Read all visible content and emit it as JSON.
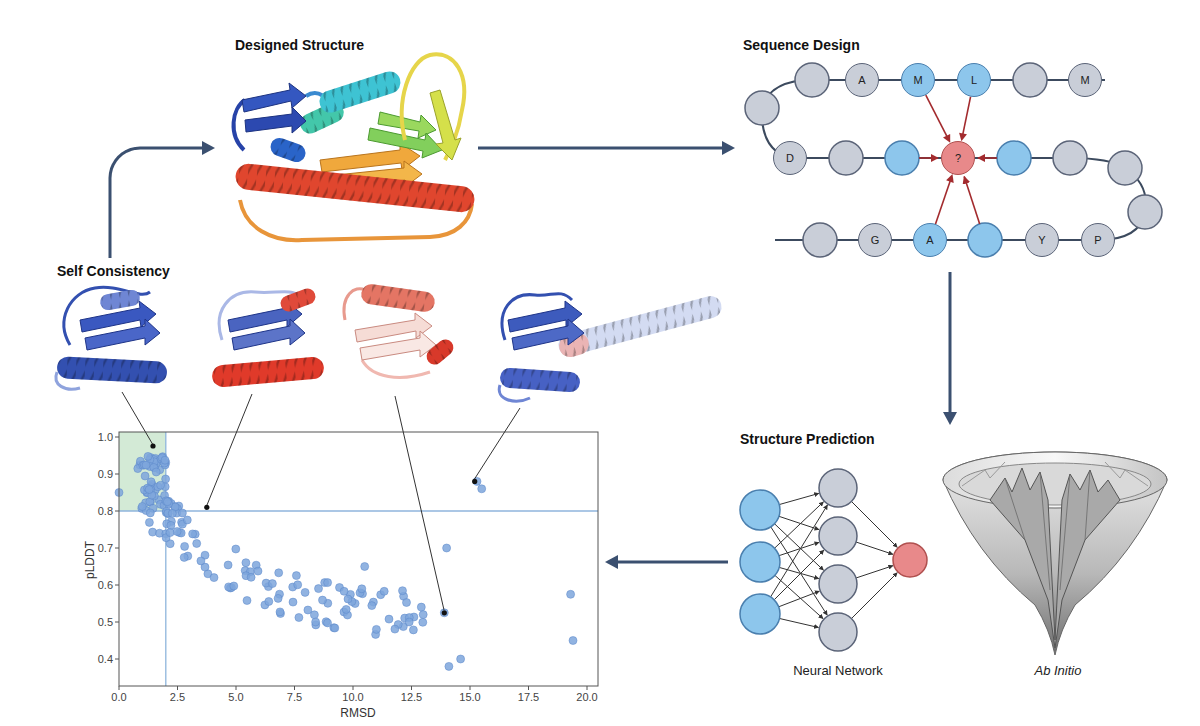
{
  "diagram": {
    "nodes": [
      {
        "text": [
          "Designed Structure"
        ]
      },
      {
        "text": [
          "Sequence Design"
        ]
      },
      {
        "text": [
          "A"
        ],
        "in": 1
      },
      {
        "text": [
          "M"
        ],
        "in": 1
      },
      {
        "text": [
          "L"
        ],
        "in": 1
      },
      {
        "text": [
          "M"
        ],
        "in": 1
      },
      {
        "text": [
          "D"
        ],
        "in": 1
      },
      {
        "text": [
          "?"
        ],
        "in": 1
      },
      {
        "text": [
          "G"
        ],
        "in": 1
      },
      {
        "text": [
          "A"
        ],
        "in": 1
      },
      {
        "text": [
          "Y"
        ],
        "in": 1
      },
      {
        "text": [
          "P"
        ],
        "in": 1
      },
      {
        "text": [
          "Self Consistency"
        ]
      },
      {
        "text": [
          "Structure Prediction"
        ]
      }
    ],
    "edges": [
      {
        "from": 0,
        "to": 1,
        "arrow": "to"
      },
      {
        "from": 1,
        "to": 13,
        "arrow": "to"
      },
      {
        "from": 13,
        "to": 12,
        "arrow": "to"
      },
      {
        "from": 12,
        "to": 0,
        "arrow": "to"
      },
      {
        "from": 3,
        "to": 7,
        "arrow": "to"
      },
      {
        "from": 4,
        "to": 7,
        "arrow": "to"
      },
      {
        "from": 9,
        "to": 7,
        "arrow": "to"
      }
    ],
    "labels": [
      "Neural Network",
      "Ab Initio",
      "pLDDT",
      "RMSD",
      "1.0",
      "0.9",
      "0.8",
      "0.7",
      "0.6",
      "0.5",
      "0.4",
      "0.0",
      "2.5",
      "5.0",
      "7.5",
      "10.0",
      "12.5",
      "15.0",
      "17.5",
      "20.0"
    ]
  }
}
